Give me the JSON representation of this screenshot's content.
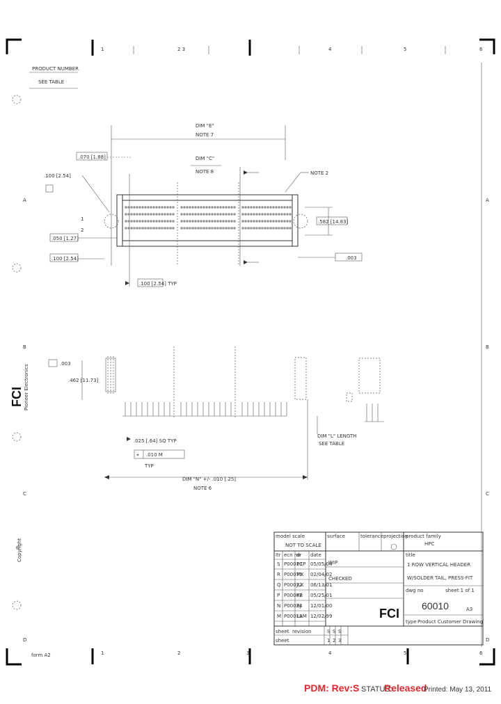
{
  "drawing": {
    "zone_cols": [
      "1",
      "2 3",
      "4",
      "5",
      "6"
    ],
    "zone_cols_bottom": [
      "1",
      "2",
      "3",
      "4",
      "5",
      "6"
    ],
    "zone_rows": [
      "A",
      "B",
      "C",
      "D"
    ],
    "product_number_label": "PRODUCT NUMBER",
    "product_number_value": "SEE TABLE",
    "dim_ref": "DIM \"E\"",
    "note7": "NOTE 7",
    "dim_c": "DIM \"C\"",
    "note8": "NOTE 8",
    "note2": "NOTE 2",
    "dim_070": ".070 [1.88]",
    "dim_100_pitch": ".100 [2.54]",
    "dim_050": ".050 [1.27]",
    "dim_100_row": ".100 [2.54]",
    "dim_100_bottom": ".100 [2.54] TYP",
    "dim_582": ".582 [14.83]",
    "flatness_top": ".003",
    "flatness_bottom": ".003",
    "dim_462": ".462 [11.73]",
    "dim_025": ".025 [.64] SQ TYP",
    "position_tol": ".010 M",
    "typ_label": "TYP",
    "dim_n": "DIM \"N\" +/- .010 [.25]",
    "note6": "NOTE 6",
    "dim_length": "DIM \"L\" LENGTH",
    "see_table": "SEE TABLE",
    "logo": "FCI",
    "tagline": "Pioneer Electronics",
    "copyright": "Copyright",
    "form": "form A2"
  },
  "title_block": {
    "model_scale_label": "model scale",
    "model_scale_value": "NOT TO SCALE",
    "surface_label": "surface",
    "tolerance_label": "tolerance",
    "projection_label": "projection",
    "product_family_label": "product family",
    "product_family_value": "HPC",
    "title_label": "title",
    "title_line1": "1 ROW VERTICAL HEADER",
    "title_line2": "W/SOLDER TAIL, PRESS-FIT",
    "drawing_no_label": "dwg no",
    "drawing_no": "60010",
    "sheet_label": "sheet 1 of 1",
    "size": "A3",
    "type_label": "type",
    "type_value": "Product Customer Drawing",
    "rev_header": [
      "ltr",
      "ecn no",
      "dr",
      "date"
    ],
    "revisions": [
      [
        "S",
        "P00010",
        "PCP",
        "05/05/04"
      ],
      [
        "R",
        "P00075",
        "MK",
        "02/04/02"
      ],
      [
        "Q",
        "P00072",
        "JLK",
        "06/13/01"
      ],
      [
        "P",
        "P00062",
        "PB",
        "05/25/01"
      ],
      [
        "N",
        "P00024",
        "RJ",
        "12/01/00"
      ],
      [
        "M",
        "P00013",
        "LAM",
        "12/02/99"
      ]
    ],
    "sheet_row_label": "sheet",
    "revision_row_label": "revision",
    "rev_cells": [
      "S",
      "S",
      "S"
    ],
    "sheet_cells": [
      "1",
      "2",
      "3"
    ],
    "wip_label": "WIP",
    "checked_label": "CHECKED",
    "fci_mark": "FCI"
  },
  "footer": {
    "pdm": "PDM: Rev:S",
    "status_label": "STATUS:",
    "status_value": "Released",
    "printed": "Printed: May 13, 2011"
  }
}
